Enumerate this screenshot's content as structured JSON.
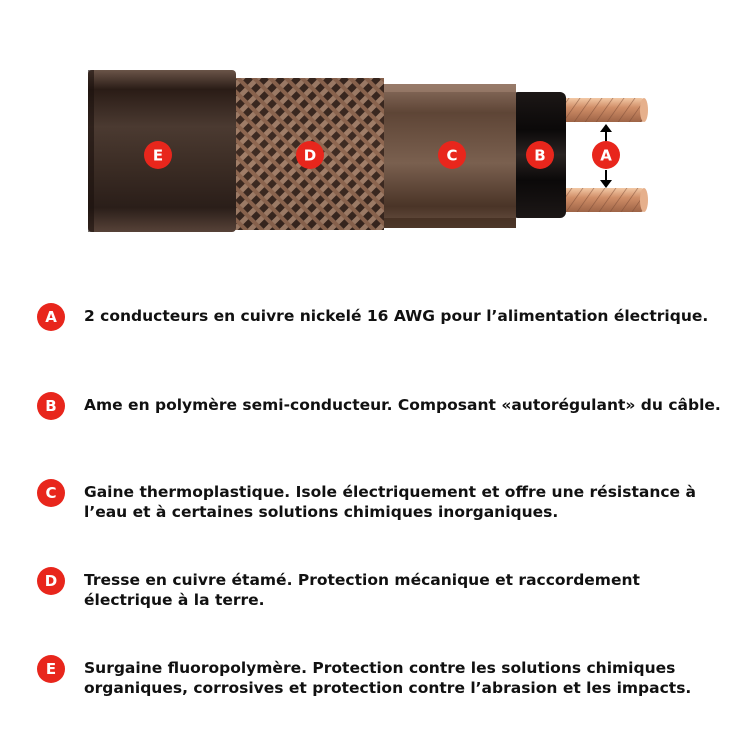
{
  "diagram": {
    "layers": [
      {
        "letter": "E",
        "description": "Surgaine fluoropolymère. Protection contre les solutions chimiques organiques, corrosives et protection contre l’abrasion et les impacts."
      },
      {
        "letter": "D",
        "description": "Tresse en cuivre étamé. Protection mécanique et raccordement électrique à la terre."
      },
      {
        "letter": "C",
        "description": "Gaine thermoplastique. Isole électriquement et offre une résistance à l’eau et à certaines solutions chimiques inorganiques."
      },
      {
        "letter": "B",
        "description": "Ame en polymère semi-conducteur. Composant «autorégulant» du câble."
      },
      {
        "letter": "A",
        "description": "2 conducteurs en cuivre nickelé 16 AWG pour l’alimentation électrique."
      }
    ],
    "legend": [
      {
        "letter": "A",
        "text": "2 conducteurs en cuivre nickelé 16 AWG pour l’alimentation électrique."
      },
      {
        "letter": "B",
        "text": "Ame en polymère semi-conducteur. Composant «autorégulant» du câble."
      },
      {
        "letter": "C",
        "text": "Gaine thermoplastique. Isole électriquement et offre une résistance à l’eau et à certaines solutions chimiques inorganiques."
      },
      {
        "letter": "D",
        "text": "Tresse en cuivre étamé. Protection mécanique et raccordement électrique à la terre."
      },
      {
        "letter": "E",
        "text": "Surgaine fluoropolymère. Protection contre les solutions chimiques organiques, corrosives et protection contre l’abrasion et les impacts."
      }
    ],
    "colors": {
      "badge": "#e8261c",
      "outer_jacket": "#3a2a22",
      "braid": "#b88a6e",
      "inner_jacket": "#5e4536",
      "core": "#0c0a0a",
      "copper": "#d79a74"
    }
  }
}
